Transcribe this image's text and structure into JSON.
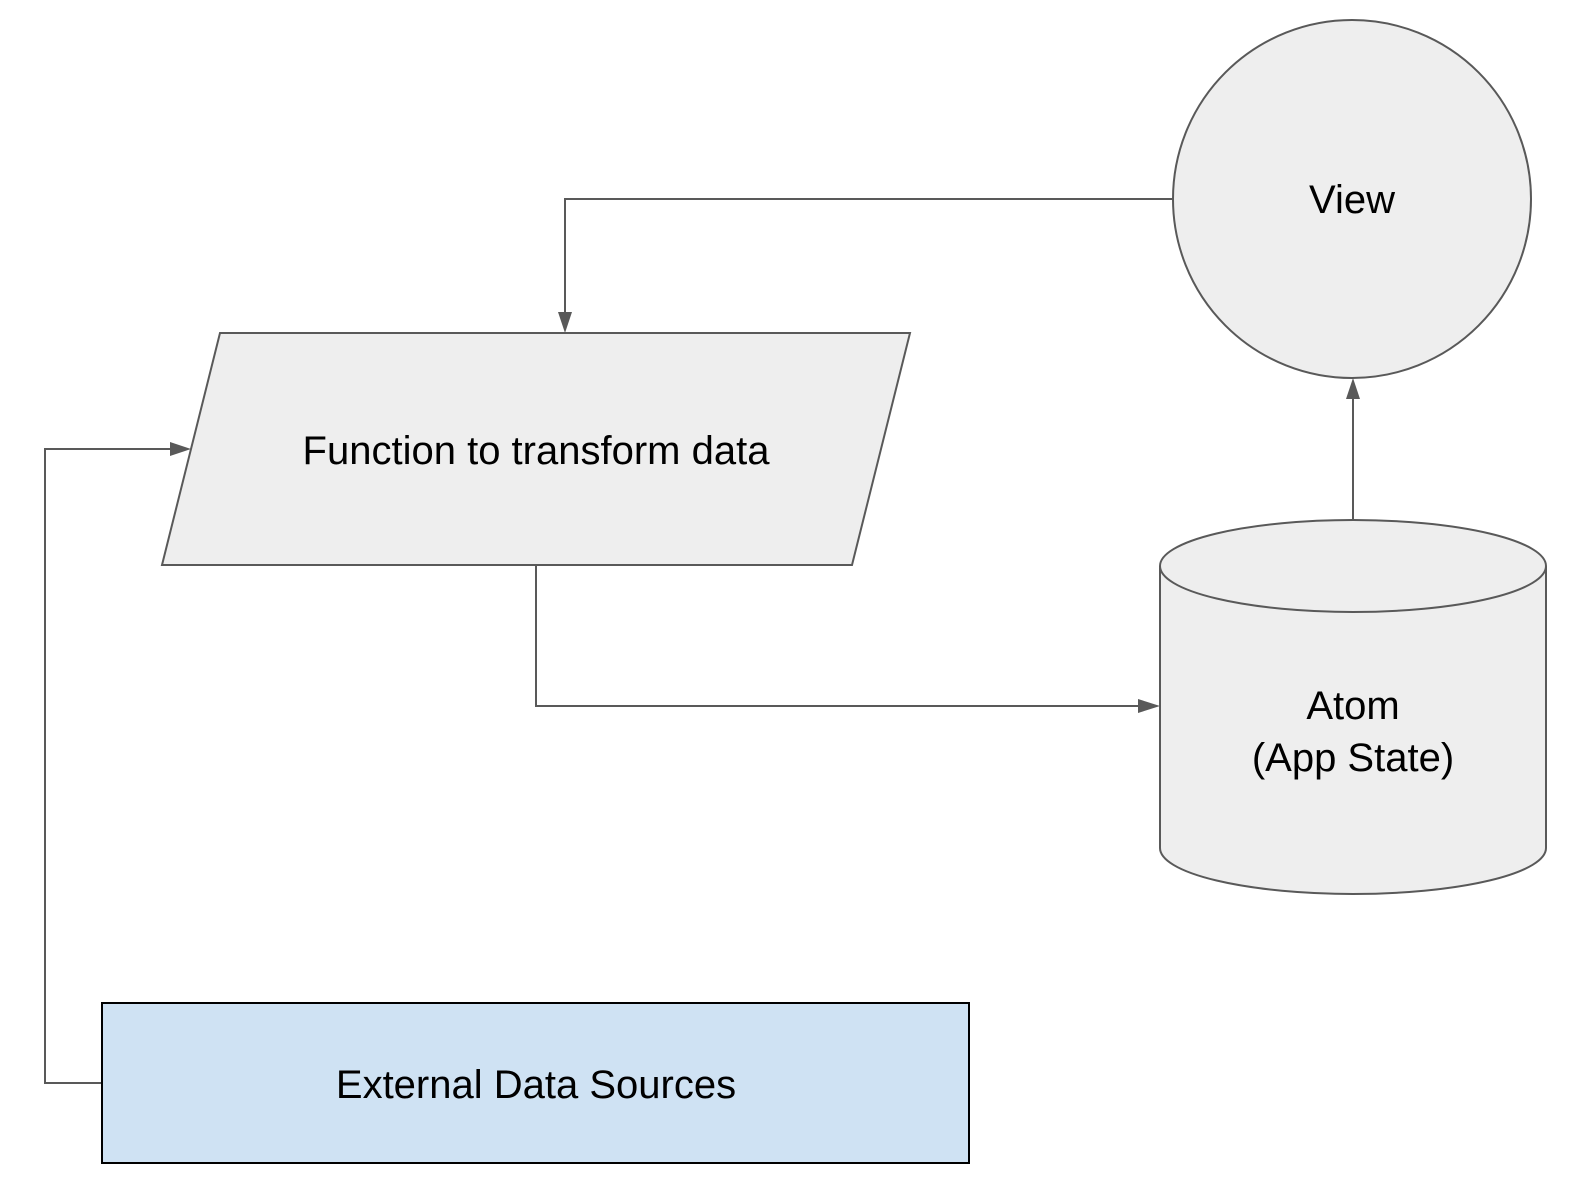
{
  "colors": {
    "node_fill": "#eeeeee",
    "node_stroke": "#595959",
    "external_fill": "#cfe2f3",
    "external_stroke": "#000000",
    "connector": "#595959",
    "text": "#000000"
  },
  "nodes": {
    "view": {
      "shape": "circle",
      "label": "View"
    },
    "function": {
      "shape": "parallelogram",
      "label": "Function to transform data"
    },
    "atom": {
      "shape": "cylinder",
      "label_line1": "Atom",
      "label_line2": "(App State)"
    },
    "external": {
      "shape": "rectangle",
      "label": "External Data Sources"
    }
  },
  "edges": [
    {
      "from": "view",
      "to": "function"
    },
    {
      "from": "external",
      "to": "function"
    },
    {
      "from": "function",
      "to": "atom"
    },
    {
      "from": "atom",
      "to": "view"
    }
  ]
}
